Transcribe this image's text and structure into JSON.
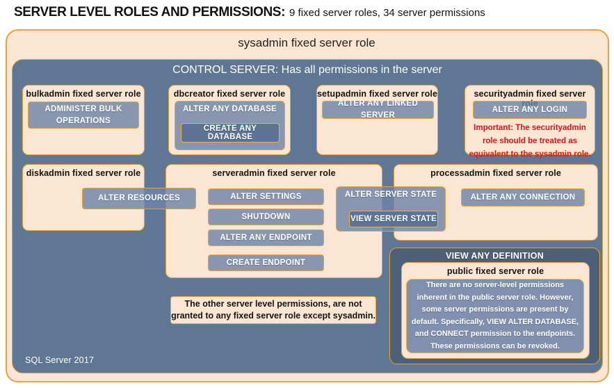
{
  "title": {
    "main": "SERVER LEVEL ROLES AND PERMISSIONS:",
    "sub": "9 fixed server roles, 34 server permissions"
  },
  "sysadmin": {
    "label": "sysadmin fixed server role"
  },
  "control": {
    "label": "CONTROL SERVER: Has all permissions in the server",
    "footer": "SQL Server 2017"
  },
  "roles": {
    "bulkadmin": {
      "label": "bulkadmin fixed server role",
      "permissions": [
        "ADMINISTER BULK OPERATIONS"
      ]
    },
    "dbcreator": {
      "label": "dbcreator fixed server role",
      "outer_permission": "ALTER ANY DATABASE",
      "nested_permission": "CREATE ANY DATABASE"
    },
    "setupadmin": {
      "label": "setupadmin fixed server role",
      "permissions": [
        "ALTER ANY LINKED SERVER"
      ]
    },
    "securityadmin": {
      "label": "securityadmin fixed server role",
      "permissions": [
        "ALTER ANY LOGIN"
      ],
      "warning": "Important: The securityadmin role should be treated as equivalent to the sysadmin role."
    },
    "diskadmin": {
      "label": "diskadmin fixed server role",
      "permissions": [
        "ALTER RESOURCES"
      ]
    },
    "serveradmin": {
      "label": "serveradmin fixed server role",
      "permissions": [
        "ALTER SETTINGS",
        "SHUTDOWN",
        "ALTER ANY ENDPOINT",
        "CREATE ENDPOINT"
      ],
      "outer_permission": "ALTER SERVER STATE",
      "nested_permission": "VIEW SERVER STATE"
    },
    "processadmin": {
      "label": "processadmin fixed server role",
      "permissions": [
        "ALTER ANY CONNECTION"
      ]
    },
    "public": {
      "container_permission": "VIEW ANY DEFINITION",
      "label": "public fixed server role",
      "description": "There are no server-level permissions inherent in the public server role. However, some server permissions are present by default. Specifically, VIEW ALTER DATABASE, and CONNECT permission to the endpoints. These permissions can be revoked."
    }
  },
  "note": {
    "text": "The other server level permissions, are not granted to any fixed server role except sysadmin."
  },
  "colors": {
    "peach": "#FBE5D3",
    "gold_border": "#E5A33E",
    "slate_blue": "#5F7795",
    "dark_slate": "#4C6077",
    "permission_gray": "#8795B0",
    "nested_gray": "#5D7495",
    "warning_red": "#E41318"
  }
}
